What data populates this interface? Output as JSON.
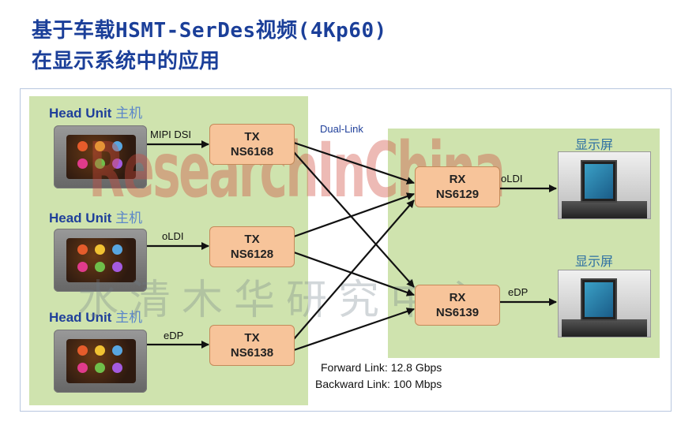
{
  "title": {
    "line1": "基于车载HSMT-SerDes视频(4Kp60)",
    "line2": "在显示系统中的应用"
  },
  "head_units": [
    {
      "label_en": "Head Unit",
      "label_cn": "主机",
      "interface": "MIPI DSI"
    },
    {
      "label_en": "Head Unit",
      "label_cn": "主机",
      "interface": "oLDI"
    },
    {
      "label_en": "Head Unit",
      "label_cn": "主机",
      "interface": "eDP"
    }
  ],
  "tx": [
    {
      "role": "TX",
      "part": "NS6168"
    },
    {
      "role": "TX",
      "part": "NS6128"
    },
    {
      "role": "TX",
      "part": "NS6138"
    }
  ],
  "rx": [
    {
      "role": "RX",
      "part": "NS6129",
      "output": "oLDI"
    },
    {
      "role": "RX",
      "part": "NS6139",
      "output": "eDP"
    }
  ],
  "displays": [
    {
      "label": "显示屏"
    },
    {
      "label": "显示屏"
    }
  ],
  "dual_link_label": "Dual-Link",
  "forward_link": "Forward Link: 12.8 Gbps",
  "backward_link": "Backward Link: 100 Mbps",
  "watermark": {
    "en": "ResearchInChina",
    "cn": "水清木华研究中心"
  }
}
